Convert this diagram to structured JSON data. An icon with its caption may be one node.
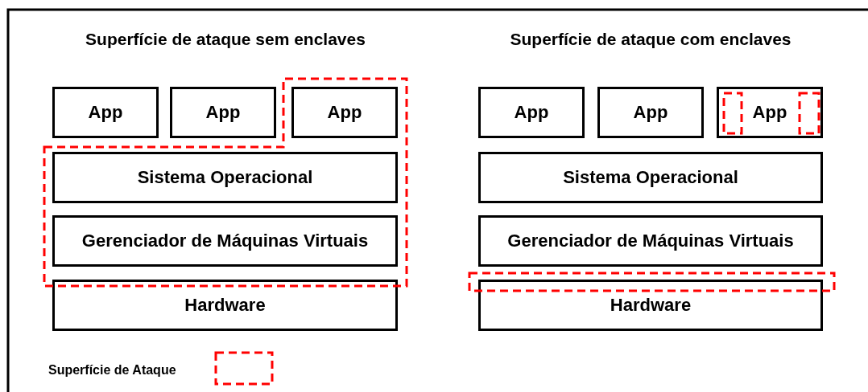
{
  "diagram": {
    "nodes": [
      {
        "text": [
          "App"
        ]
      },
      {
        "text": [
          "App"
        ]
      },
      {
        "text": [
          "App"
        ]
      },
      {
        "text": [
          "Sistema Operacional"
        ]
      },
      {
        "text": [
          "Gerenciador de Máquinas Virtuais"
        ]
      },
      {
        "text": [
          "Hardware"
        ]
      },
      {
        "text": [
          "App"
        ]
      },
      {
        "text": [
          "App"
        ]
      },
      {
        "text": [
          "App"
        ]
      },
      {
        "text": [
          "Sistema Operacional"
        ]
      },
      {
        "text": [
          "Gerenciador de Máquinas Virtuais"
        ]
      },
      {
        "text": [
          "Hardware"
        ]
      }
    ],
    "labels": [
      "Superfície de ataque sem enclaves",
      "Superfície de ataque com enclaves"
    ],
    "legend": [
      {
        "text": "Superfície de Ataque"
      }
    ]
  }
}
